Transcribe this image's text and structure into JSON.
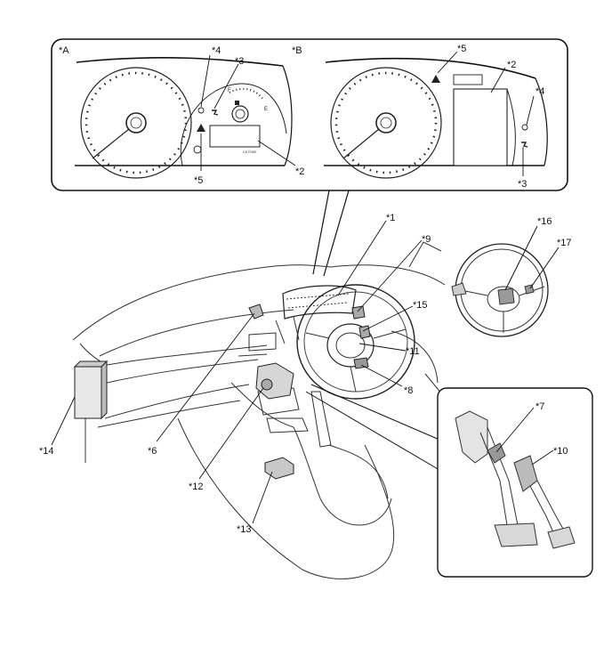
{
  "diagram": {
    "panel_a_tag": "*A",
    "panel_b_tag": "*B",
    "callouts": {
      "c1": "*1",
      "c2a": "*2",
      "c2b": "*2",
      "c3a": "*3",
      "c3b": "*3",
      "c4a": "*4",
      "c4b": "*4",
      "c5a": "*5",
      "c5b": "*5",
      "c6": "*6",
      "c7": "*7",
      "c8": "*8",
      "c9": "*9",
      "c10": "*10",
      "c11": "*11",
      "c12": "*12",
      "c13": "*13",
      "c14": "*14",
      "c15": "*15",
      "c16": "*16",
      "c17": "*17"
    },
    "fuel_gauge": {
      "full": "F",
      "empty": "E"
    },
    "display_label": "OUTSIDE"
  }
}
